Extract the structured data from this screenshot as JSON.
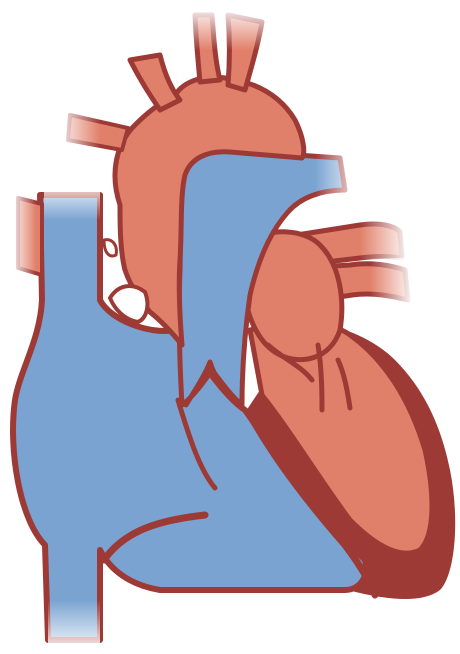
{
  "diagram": {
    "subject": "heart-cross-section",
    "labels": [],
    "colors": {
      "background": "#ffffff",
      "wall": "#9e3a35",
      "oxygenated": "#e1806a",
      "deoxygenated": "#7aa3d1",
      "highlight": "#c9574c"
    },
    "regions": [
      {
        "name": "aorta",
        "blood": "oxygenated"
      },
      {
        "name": "aortic-branches",
        "blood": "oxygenated"
      },
      {
        "name": "left-atrium",
        "blood": "oxygenated"
      },
      {
        "name": "left-ventricle",
        "blood": "oxygenated"
      },
      {
        "name": "pulmonary-veins",
        "blood": "oxygenated"
      },
      {
        "name": "superior-vena-cava",
        "blood": "deoxygenated"
      },
      {
        "name": "inferior-vena-cava",
        "blood": "deoxygenated"
      },
      {
        "name": "right-atrium",
        "blood": "deoxygenated"
      },
      {
        "name": "right-ventricle",
        "blood": "deoxygenated"
      },
      {
        "name": "pulmonary-artery",
        "blood": "deoxygenated"
      }
    ]
  }
}
